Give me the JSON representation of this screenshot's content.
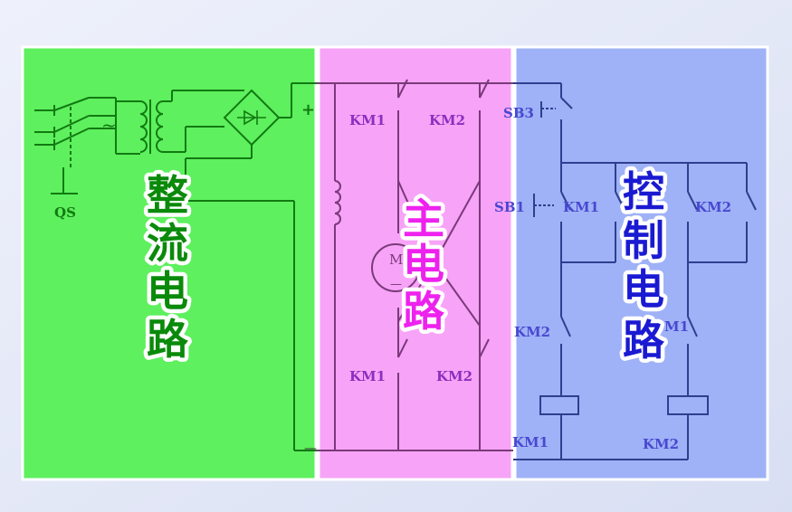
{
  "sections": {
    "rectifier": {
      "title": "整流电路",
      "chars": [
        "整",
        "流",
        "电",
        "路"
      ],
      "color": "#5ef05e",
      "text_color": "#0a8a0a"
    },
    "main": {
      "title": "主电路",
      "chars": [
        "主",
        "电",
        "路"
      ],
      "color": "#f7a3f7",
      "text_color": "#ee22ee"
    },
    "control": {
      "title": "控制电路",
      "chars": [
        "控",
        "制",
        "电",
        "路"
      ],
      "color": "#9fb2f7",
      "text_color": "#1a1ad2"
    }
  },
  "labels": {
    "qs": "QS",
    "km1_top": "KM1",
    "km2_top": "KM2",
    "km1_bottom": "KM1",
    "km2_bottom": "KM2",
    "sb3": "SB3",
    "sb1": "SB1",
    "km1_hold": "KM1",
    "km2_hold": "KM2",
    "km2_interlock": "KM2",
    "km1_interlock": "M1",
    "coil_km1": "KM1",
    "coil_km2": "KM2",
    "motor": "M",
    "tilde": "~",
    "plus": "+",
    "minus": "—",
    "motor_minus": "—"
  },
  "colors": {
    "rectifier_wire": "#127a12",
    "main_wire": "#7a3a7a",
    "control_wire": "#2e3f8f",
    "km_label": "#8a2fbf",
    "control_label": "#4848d0"
  }
}
